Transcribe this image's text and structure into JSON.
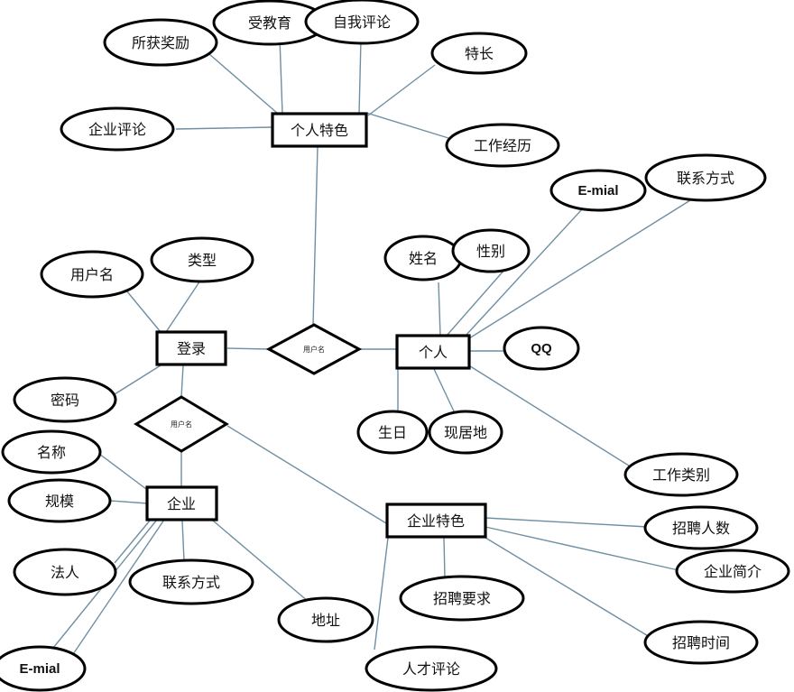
{
  "entities": {
    "personal_traits": "个人特色",
    "login": "登录",
    "person": "个人",
    "company": "企业",
    "company_traits": "企业特色"
  },
  "relationships": {
    "login_person": "用户名",
    "login_company": "用户名"
  },
  "attributes": {
    "awards": "所获奖励",
    "education": "受教育",
    "self_review": "自我评论",
    "specialty": "特长",
    "company_review": "企业评论",
    "work_history": "工作经历",
    "email_person": "E-mial",
    "contact_person": "联系方式",
    "name_person": "姓名",
    "gender": "性别",
    "username": "用户名",
    "type": "类型",
    "qq": "QQ",
    "password": "密码",
    "birthday": "生日",
    "residence": "现居地",
    "job_category": "工作类别",
    "company_name": "名称",
    "scale": "规模",
    "legal_person": "法人",
    "contact_company": "联系方式",
    "address": "地址",
    "email_company": "E-mial",
    "hiring_count": "招聘人数",
    "company_intro": "企业简介",
    "hiring_requirements": "招聘要求",
    "hiring_time": "招聘时间",
    "talent_review": "人才评论"
  }
}
